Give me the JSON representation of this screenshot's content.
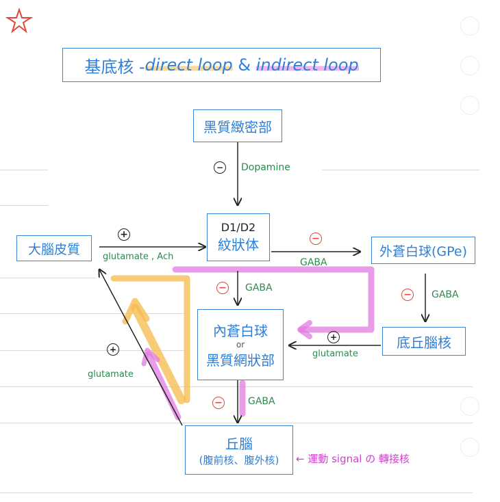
{
  "title": {
    "main": "基底核 - ",
    "direct": "direct loop",
    "amp": " & ",
    "indirect": "indirect loop"
  },
  "nodes": {
    "snc": "黑質緻密部",
    "striatum_top": "D1/D2",
    "striatum": "紋狀体",
    "cortex": "大腦皮質",
    "gpe": "外蒼白球(GPe)",
    "stn": "底丘腦核",
    "gpi_line1": "內蒼白球",
    "gpi_or": "or",
    "gpi_line2": "黑質網狀部",
    "thal_line1": "丘腦",
    "thal_line2": "(腹前核、腹外核)"
  },
  "edges": {
    "dopamine": "Dopamine",
    "glut_ach": "glutamate , Ach",
    "gaba1": "GABA",
    "gaba2": "GABA",
    "gaba3": "GABA",
    "gaba4": "GABA",
    "glut_stn": "glutamate",
    "glut_thal": "glutamate"
  },
  "signs": {
    "minus": "⊖",
    "plus": "⊕"
  },
  "annotation": "← 運動 signal の 轉接核",
  "colors": {
    "box": "#3a86d6",
    "text_blue": "#2f7fd6",
    "label_green": "#2c8a4e",
    "sign_red": "#e0463b",
    "direct_loop": "#f5b94a",
    "indirect_loop": "#e27be0",
    "annotation": "#d33fd0"
  }
}
